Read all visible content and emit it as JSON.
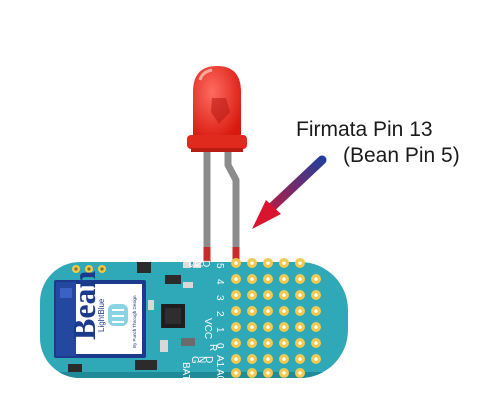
{
  "callout": {
    "line1": "Firmata Pin 13",
    "line2": "(Bean Pin 5)"
  },
  "board": {
    "brand_small": "LightBlue",
    "brand_large": "Bean",
    "tagline": "By Punch Through Design",
    "pin_labels_top": [
      "G",
      "N",
      "D",
      "5",
      "4",
      "3",
      "2",
      "1",
      "0",
      "A1",
      "A0"
    ],
    "pin_label_vcc": "VCC",
    "pin_labels_bottom": [
      "BAT",
      "G",
      "N",
      "D",
      "R"
    ]
  },
  "colors": {
    "board": "#2fa8b8",
    "board_dark": "#1f8a98",
    "pad": "#f2c94c",
    "led": "#e8231b",
    "led_leg": "#8a8a8a",
    "arrow_start": "#d9142e",
    "arrow_end": "#1e3f9e"
  },
  "icons": [
    "led-icon",
    "arrow-icon"
  ]
}
